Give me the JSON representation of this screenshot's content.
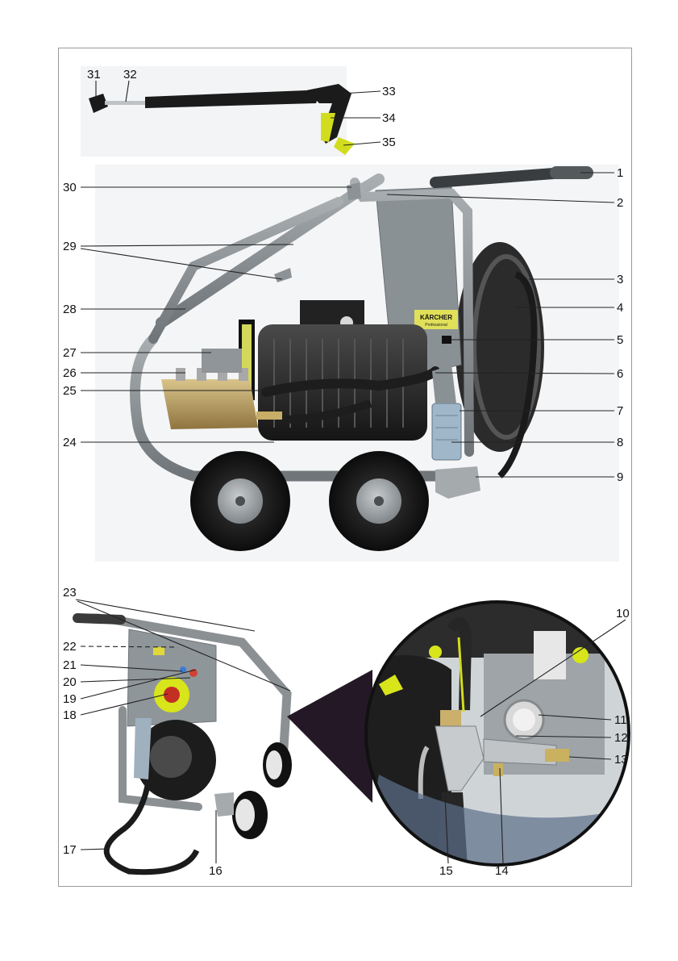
{
  "callouts": {
    "n1": "1",
    "n2": "2",
    "n3": "3",
    "n4": "4",
    "n5": "5",
    "n6": "6",
    "n7": "7",
    "n8": "8",
    "n9": "9",
    "n10": "10",
    "n11": "11",
    "n12": "12",
    "n13": "13",
    "n14": "14",
    "n15": "15",
    "n16": "16",
    "n17": "17",
    "n18": "18",
    "n19": "19",
    "n20": "20",
    "n21": "21",
    "n22": "22",
    "n23": "23",
    "n24": "24",
    "n25": "25",
    "n26": "26",
    "n27": "27",
    "n28": "28",
    "n29": "29",
    "n30": "30",
    "n31": "31",
    "n32": "32",
    "n33": "33",
    "n34": "34",
    "n35": "35"
  },
  "brand": {
    "name": "KÄRCHER",
    "line": "Professional"
  },
  "colors": {
    "frame": "#8b9093",
    "panel": "#8f969a",
    "motor": "#2a2a2a",
    "pump": "#b59a5a",
    "filter": "#9fb7c8",
    "accent": "#d7e51a",
    "hose": "#1e1e1e"
  }
}
